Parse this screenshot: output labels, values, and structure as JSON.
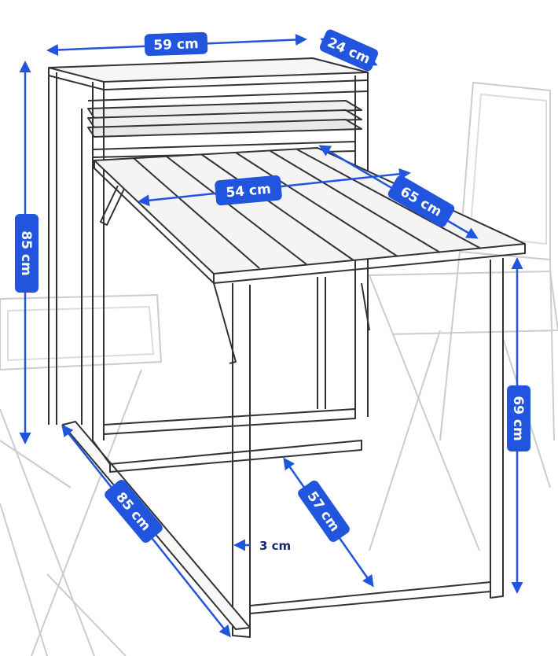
{
  "dimensions": {
    "top_width": "59 cm",
    "top_depth": "24 cm",
    "total_height": "85 cm",
    "tabletop_width": "54 cm",
    "tabletop_depth": "65 cm",
    "table_height": "69 cm",
    "base_length": "85 cm",
    "leg_width": "3 cm",
    "leg_span": "57 cm"
  },
  "colors": {
    "dimension": "#2255dd",
    "line_drawing": "#333333",
    "background_sketch": "#c8c8c8",
    "label_text_white": "#ffffff",
    "label_text_dark": "#1b2a6b"
  },
  "icons": {
    "product": "folding-wall-table-sketch",
    "background": "folding-chairs-sketch"
  }
}
